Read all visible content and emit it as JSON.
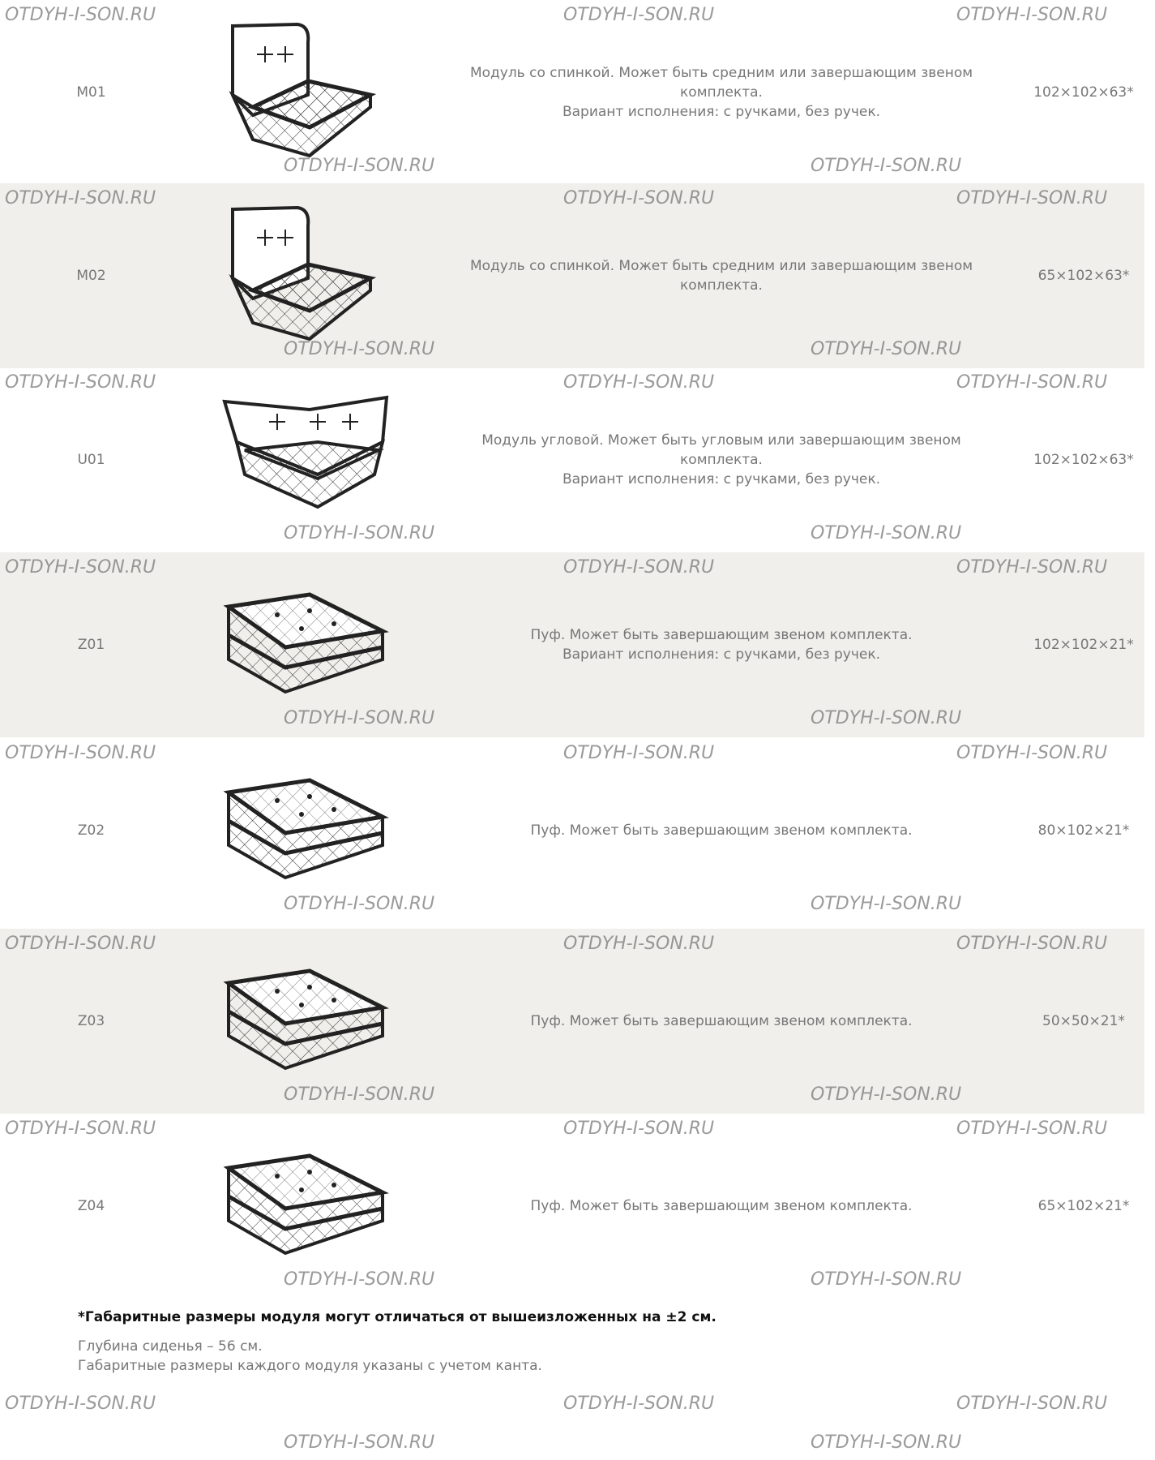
{
  "watermark": "OTDYH-I-SON.RU",
  "modules": [
    {
      "code": "M01",
      "type": "back",
      "lines": [
        "Модуль со спинкой. Может быть средним или завершающим звеном",
        "комплекта.",
        "Вариант исполнения: с ручками, без ручек."
      ],
      "size": "102×102×63*",
      "shaded": false
    },
    {
      "code": "M02",
      "type": "back",
      "lines": [
        "Модуль со спинкой. Может быть средним или завершающим звеном",
        "комплекта."
      ],
      "size": "65×102×63*",
      "shaded": true
    },
    {
      "code": "U01",
      "type": "corner",
      "lines": [
        "Модуль угловой. Может быть угловым или завершающим звеном",
        "комплекта.",
        "Вариант исполнения: с ручками, без ручек."
      ],
      "size": "102×102×63*",
      "shaded": false
    },
    {
      "code": "Z01",
      "type": "pouf",
      "lines": [
        "Пуф. Может быть завершающим звеном комплекта.",
        "Вариант исполнения: с ручками, без ручек."
      ],
      "size": "102×102×21*",
      "shaded": true
    },
    {
      "code": "Z02",
      "type": "pouf",
      "lines": [
        "Пуф. Может быть завершающим звеном комплекта."
      ],
      "size": "80×102×21*",
      "shaded": false
    },
    {
      "code": "Z03",
      "type": "pouf",
      "lines": [
        "Пуф. Может быть завершающим звеном комплекта."
      ],
      "size": "50×50×21*",
      "shaded": true
    },
    {
      "code": "Z04",
      "type": "pouf",
      "lines": [
        "Пуф. Может быть завершающим звеном комплекта."
      ],
      "size": "65×102×21*",
      "shaded": false
    }
  ],
  "footer": {
    "note": "*Габаритные размеры модуля могут отличаться от вышеизложенных на ±2 см.",
    "seat_depth": "Глубина сиденья – 56 см.",
    "edge_note": "Габаритные размеры каждого модуля указаны с учетом канта."
  }
}
